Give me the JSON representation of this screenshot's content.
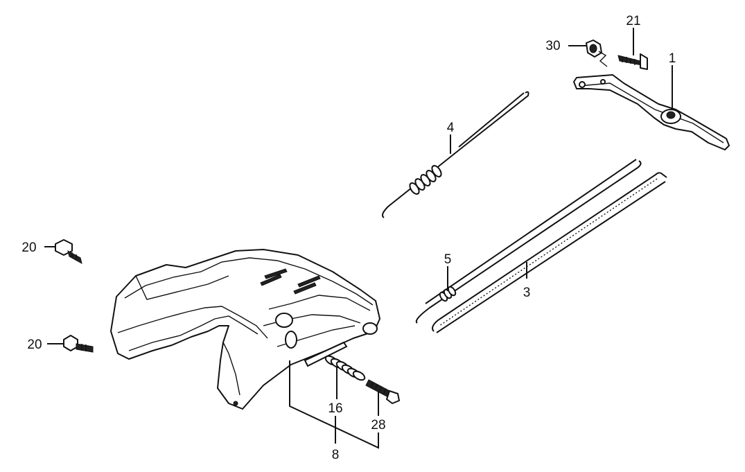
{
  "diagram": {
    "callouts": {
      "p1": "1",
      "p3": "3",
      "p4": "4",
      "p5": "5",
      "p8": "8",
      "p16": "16",
      "p20a": "20",
      "p20b": "20",
      "p21": "21",
      "p28": "28",
      "p30": "30"
    }
  }
}
